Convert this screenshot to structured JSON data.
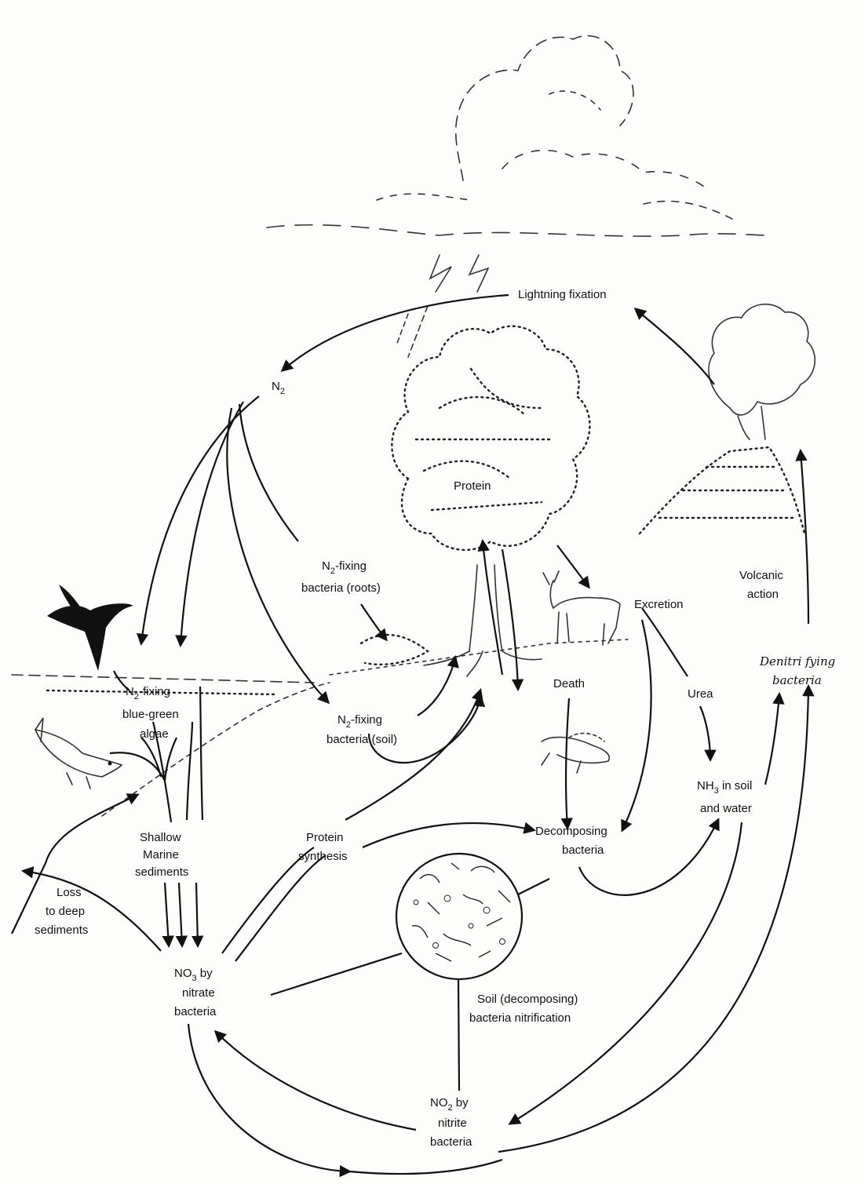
{
  "labels": {
    "lightning": "Lightning fixation",
    "n2_main": "N",
    "n2_main_sub": "2",
    "protein": "Protein",
    "volcanic_1": "Volcanic",
    "volcanic_2": "action",
    "excretion": "Excretion",
    "roots_1_main": "N",
    "roots_1_sub": "2",
    "roots_1_rest": "-fixing",
    "roots_2": "bacteria (roots)",
    "algae_1_main": "N",
    "algae_1_sub": "2",
    "algae_1_rest": "-fixing",
    "algae_2": "blue-green",
    "algae_3": "algae",
    "soil_1_main": "N",
    "soil_1_sub": "2",
    "soil_1_rest": "-fixing",
    "soil_2": "bacteria (soil)",
    "death": "Death",
    "urea": "Urea",
    "denitri_1": "Denitri fying",
    "denitri_2": "bacteria",
    "nh3_main": "NH",
    "nh3_sub": "3",
    "nh3_rest": " in soil",
    "nh3_2": "and water",
    "shallow_1": "Shallow",
    "shallow_2": "Marine",
    "shallow_3": "sediments",
    "protein_syn_1": "Protein",
    "protein_syn_2": "synthesis",
    "decomposing_1": "Decomposing",
    "decomposing_2": "bacteria",
    "loss_1": "Loss",
    "loss_2": "to deep",
    "loss_3": "sediments",
    "no3_main": "NO",
    "no3_sub": "3",
    "no3_rest": " by",
    "no3_2": "nitrate",
    "no3_3": "bacteria",
    "soil_bact_1": "Soil (decomposing)",
    "soil_bact_2": "bacteria nitrification",
    "no2_main": "NO",
    "no2_sub": "2",
    "no2_rest": " by",
    "no2_2": "nitrite",
    "no2_3": "bacteria"
  },
  "icons": [
    "cloud-icon",
    "lightning-bolt-icon",
    "tree-icon",
    "volcano-icon",
    "bird-icon",
    "fish-icon",
    "deer-icon",
    "dead-animal-icon",
    "bacteria-circle-icon"
  ]
}
